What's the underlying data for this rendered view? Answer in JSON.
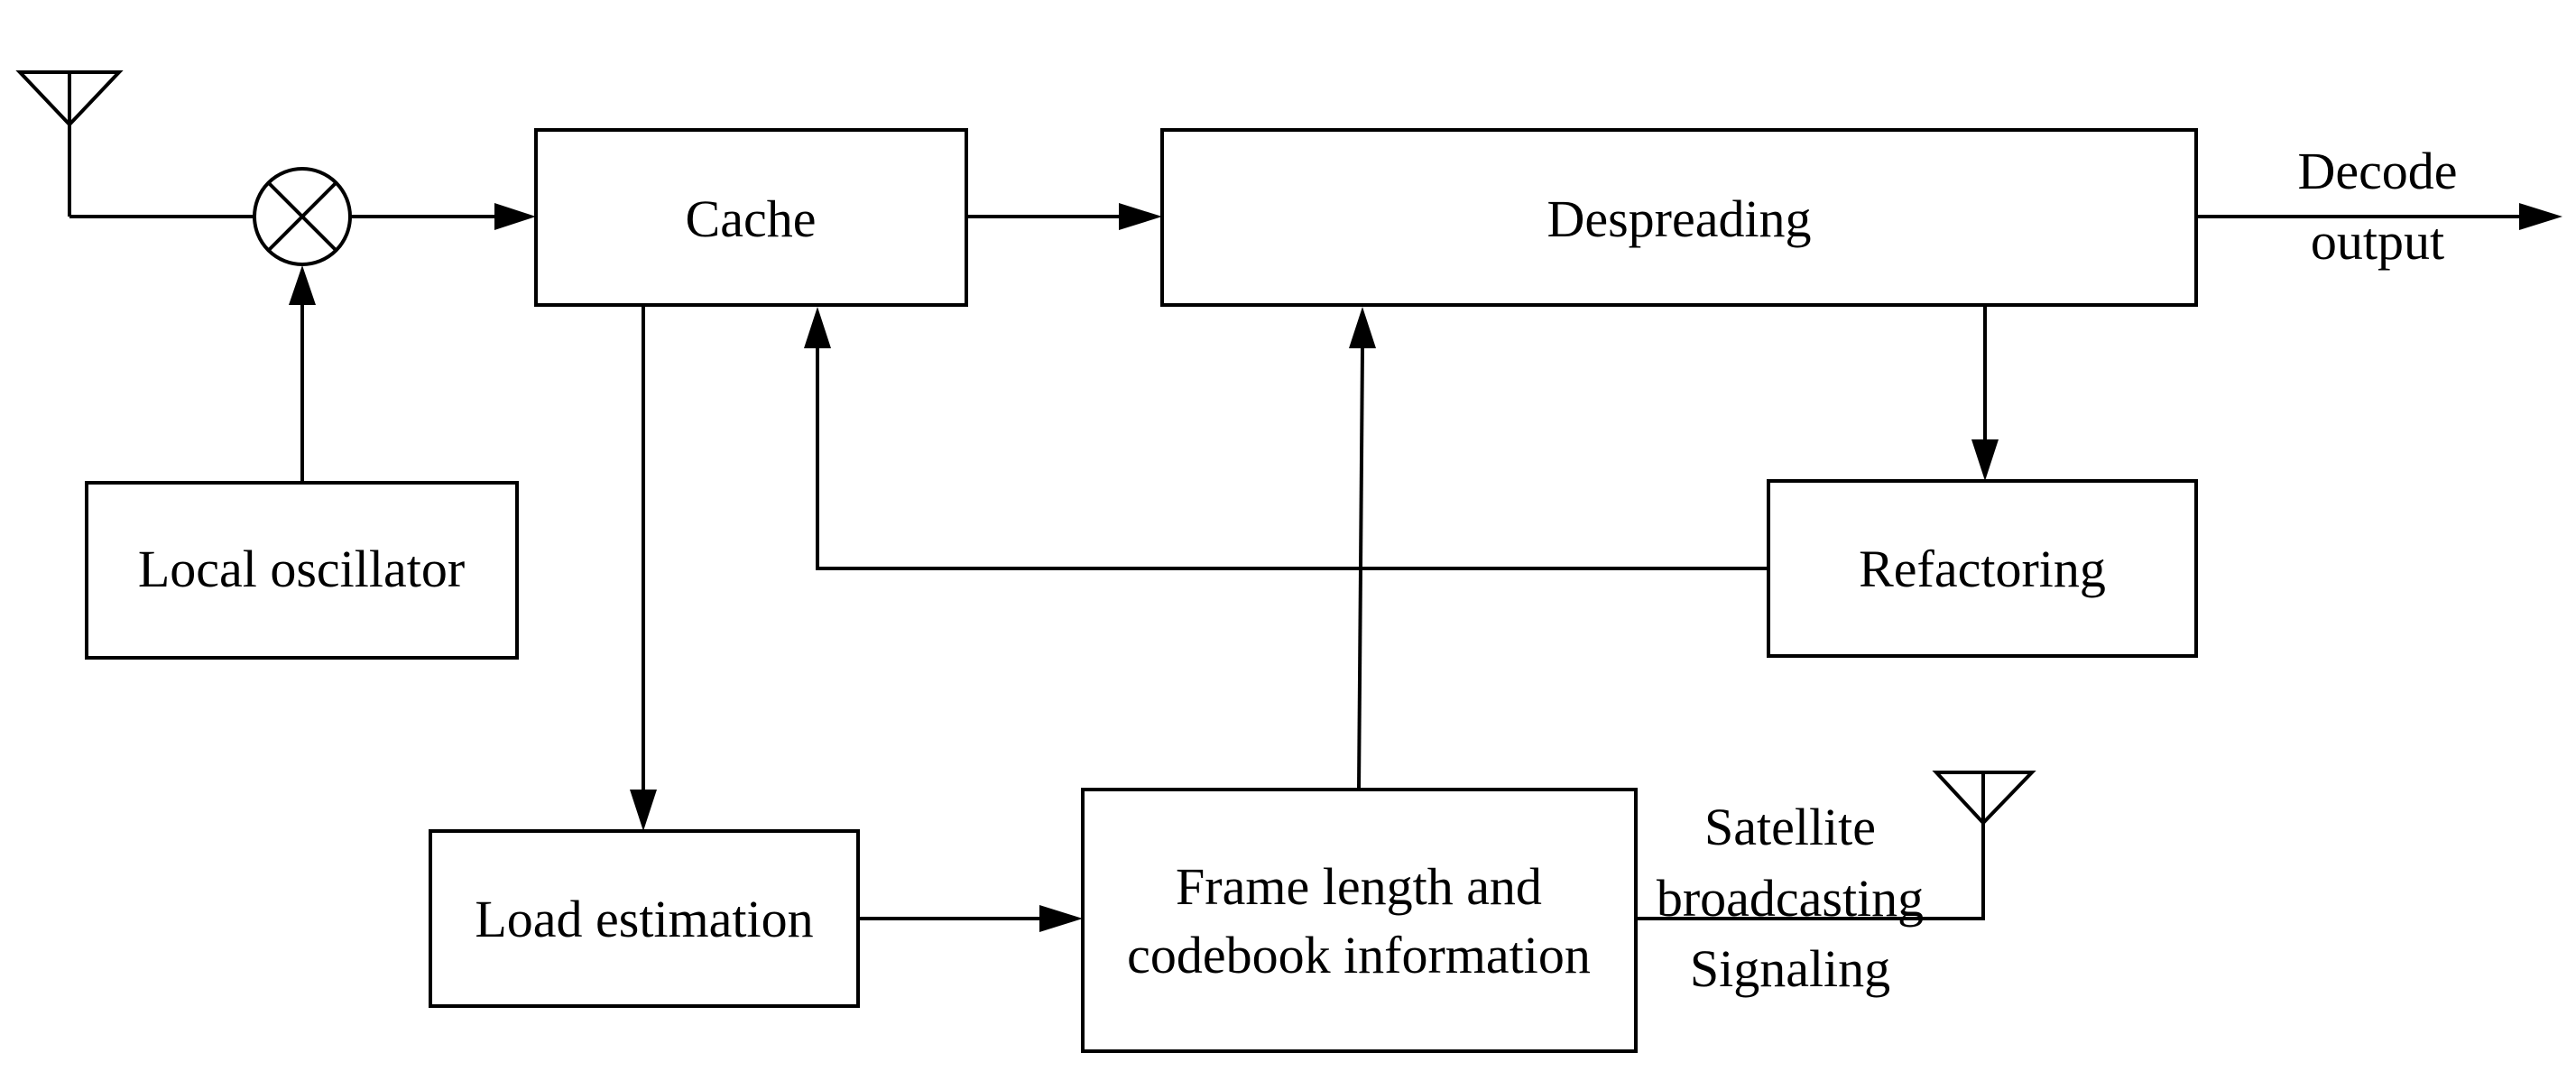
{
  "blocks": {
    "cache": "Cache",
    "despreading": "Despreading",
    "local_oscillator": "Local oscillator",
    "refactoring": "Refactoring",
    "load_estimation": "Load estimation",
    "frame_length_line1": "Frame length and",
    "frame_length_line2": "codebook information"
  },
  "labels": {
    "decode_line1": "Decode",
    "decode_line2": "output",
    "satellite_line1": "Satellite",
    "satellite_line2": "broadcasting",
    "satellite_line3": "Signaling"
  }
}
